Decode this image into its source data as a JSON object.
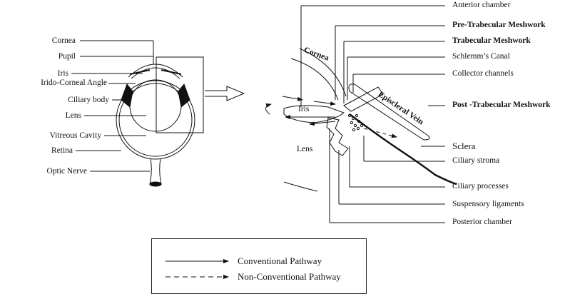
{
  "left_labels": {
    "cornea": "Cornea",
    "pupil": "Pupil",
    "iris": "Iris",
    "irido_corneal_angle": "Irido-Corneal Angle",
    "ciliary_body": "Ciliary body",
    "lens": "Lens",
    "vitreous_cavity": "Vitreous Cavity",
    "retina": "Retina",
    "optic_nerve": "Optic Nerve"
  },
  "right_labels": {
    "anterior_chamber": "Anterior chamber",
    "pre_trabecular": "Pre-Trabecular Meshwork",
    "trabecular": "Trabecular Meshwork",
    "schlemms_canal": "Schlemm’s Canal",
    "collector_channels": "Collector channels",
    "post_trabecular": "Post -Trabecular Meshwork",
    "sclera": "Sclera",
    "ciliary_stroma": "Ciliary stroma",
    "ciliary_processes": "Ciliary processes",
    "suspensory_ligaments": "Suspensory ligaments",
    "posterior_chamber": "Posterior chamber"
  },
  "inline_labels": {
    "cornea": "Cornea",
    "iris": "Iris",
    "lens": "Lens",
    "episcleral_vein": "Episcleral Vein"
  },
  "legend": {
    "conventional": "Conventional Pathway",
    "non_conventional": "Non-Conventional Pathway"
  }
}
